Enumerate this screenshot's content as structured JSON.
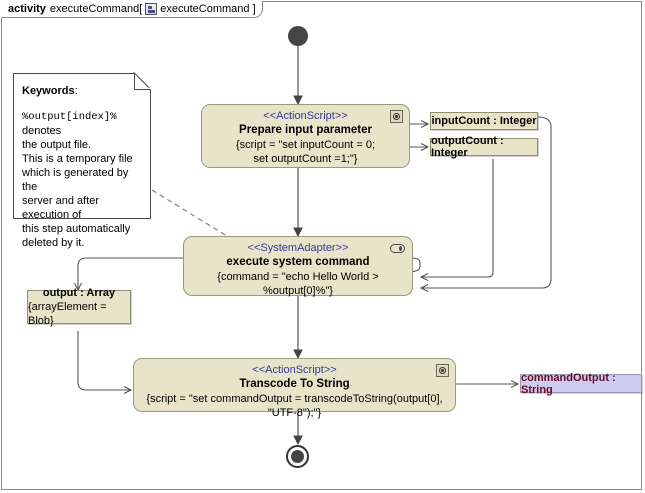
{
  "frame": {
    "keyword": "activity",
    "name": "executeCommand[",
    "icon": "activity-diagram-icon",
    "qualified_name": "executeCommand ]"
  },
  "note": {
    "heading": "Keywords",
    "heading_colon": ":",
    "token": "%output[index]%",
    "line1_rest": " denotes",
    "line2": "the output file.",
    "line3": "This is a temporary file",
    "line4": "which is generated by the",
    "line5": "server and after execution of",
    "line6": "this step automatically",
    "line7": "deleted by it."
  },
  "nodes": {
    "prepare": {
      "stereotype": "<<ActionScript>>",
      "title": "Prepare input parameter",
      "body_line1": "{script = \"set inputCount = 0;",
      "body_line2": "set outputCount =1;\"}",
      "icon": "action-script-icon"
    },
    "execute": {
      "stereotype": "<<SystemAdapter>>",
      "title": "execute system command",
      "body_line1": "{command = \"echo Hello World > %output[0]%\"}",
      "icon": "system-adapter-icon"
    },
    "transcode": {
      "stereotype": "<<ActionScript>>",
      "title": "Transcode To String",
      "body_line1": "{script = \"set commandOutput = transcodeToString(output[0], \"UTF-8\");\"}",
      "icon": "action-script-icon"
    }
  },
  "objects": {
    "input_count": "inputCount : Integer",
    "output_count": "outputCount : Integer",
    "output_array_name": "output : Array",
    "output_array_props": "{arrayElement = Blob}",
    "command_output": "commandOutput : String"
  },
  "markers": {
    "start": "initial-node",
    "end": "activity-final-node"
  },
  "colors": {
    "node_fill": "#e8e4c9",
    "node_border": "#9a9a7a",
    "stereotype_text": "#36399c",
    "object_lavender": "#ccccf0",
    "object_lavender_text": "#6b0d22",
    "frame_border": "#8a8a8a",
    "connector": "#555555",
    "marker_fill": "#454545"
  }
}
